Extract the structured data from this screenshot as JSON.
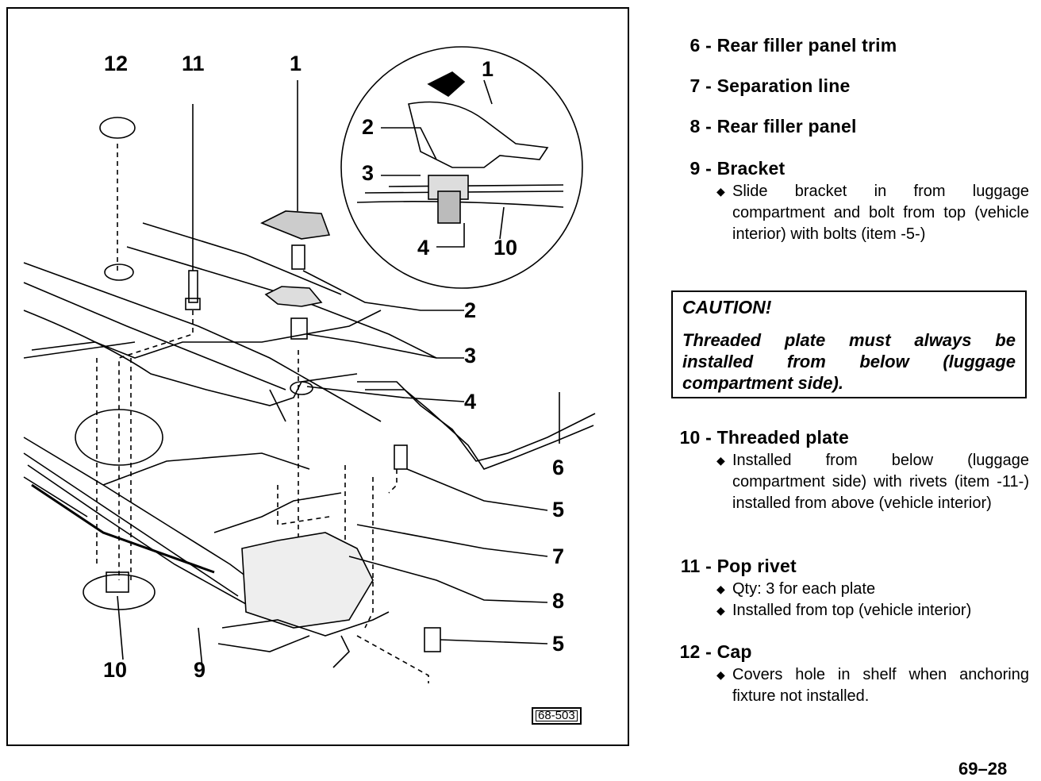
{
  "figure": {
    "id": "68-503",
    "callouts": {
      "c12": "12",
      "c11": "11",
      "c1a": "1",
      "d1": "1",
      "d2": "2",
      "d3": "3",
      "d4": "4",
      "d10": "10",
      "r2": "2",
      "r3": "3",
      "r4": "4",
      "r6": "6",
      "r5a": "5",
      "r7": "7",
      "r8": "8",
      "r5b": "5",
      "b10": "10",
      "b9": "9"
    }
  },
  "legend": {
    "items": [
      {
        "num": "6 -",
        "title": "Rear filler panel trim",
        "bullets": []
      },
      {
        "num": "7 -",
        "title": "Separation line",
        "bullets": []
      },
      {
        "num": "8 -",
        "title": "Rear filler panel",
        "bullets": []
      },
      {
        "num": "9 -",
        "title": "Bracket",
        "bullets": [
          "Slide bracket in from luggage compartment and bolt from top (vehicle interior) with bolts (item -5-)"
        ]
      },
      {
        "num": "10 -",
        "title": "Threaded plate",
        "bullets": [
          "Installed from below (luggage compartment side) with rivets (item -11-) installed from above (vehicle interior)"
        ]
      },
      {
        "num": "11 -",
        "title": "Pop rivet",
        "bullets": [
          "Qty:  3 for each plate",
          "Installed from top (vehicle interior)"
        ]
      },
      {
        "num": "12 -",
        "title": "Cap",
        "bullets": [
          "Covers hole in shelf when anchoring fixture not installed."
        ]
      }
    ]
  },
  "caution": {
    "title": "CAUTION!",
    "text": "Threaded plate must always be installed from below (luggage compartment side)."
  },
  "page_number": "69–28"
}
